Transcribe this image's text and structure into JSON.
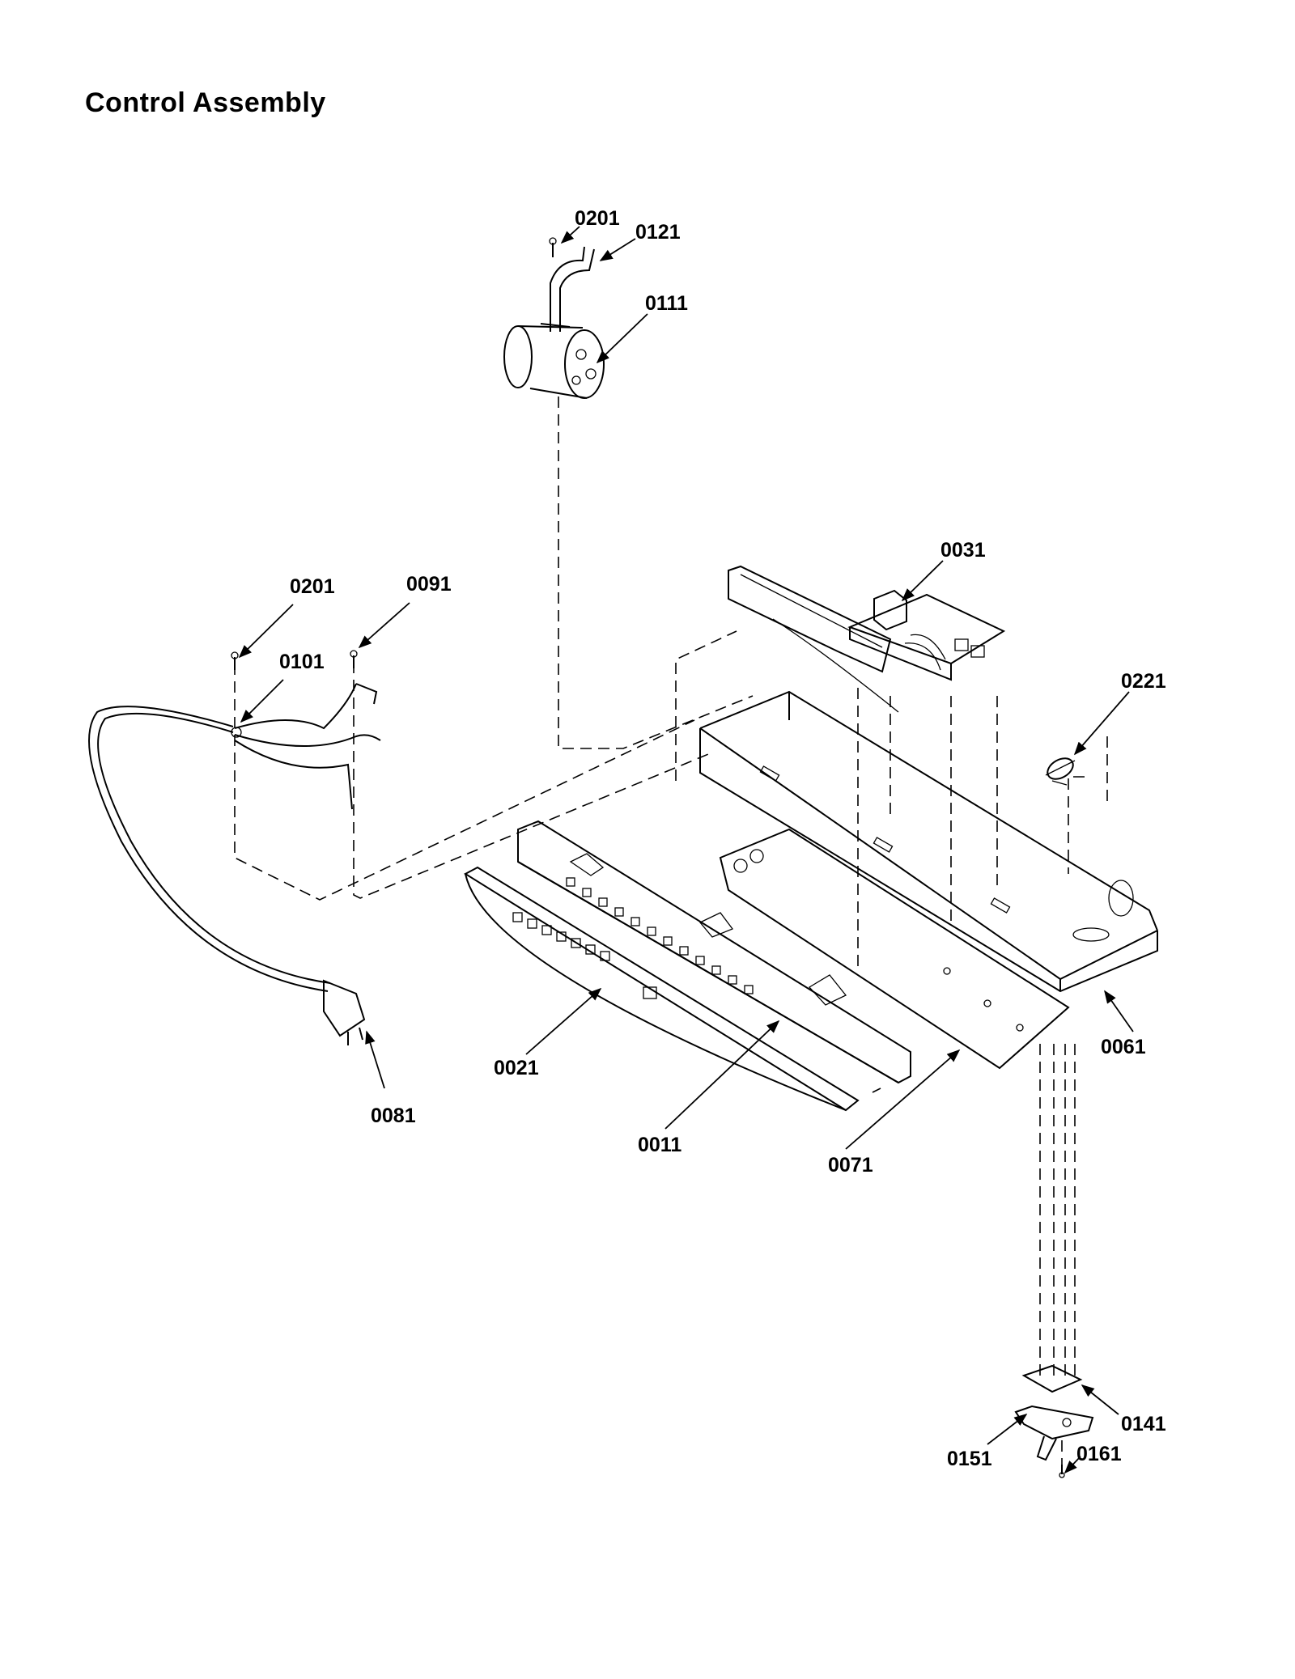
{
  "title": "Control Assembly",
  "callouts": {
    "p0201a": "0201",
    "p0121": "0121",
    "p0111": "0111",
    "p0031": "0031",
    "p0201b": "0201",
    "p0091": "0091",
    "p0101": "0101",
    "p0221": "0221",
    "p0061": "0061",
    "p0021": "0021",
    "p0081": "0081",
    "p0011": "0011",
    "p0071": "0071",
    "p0141": "0141",
    "p0151": "0151",
    "p0161": "0161"
  }
}
